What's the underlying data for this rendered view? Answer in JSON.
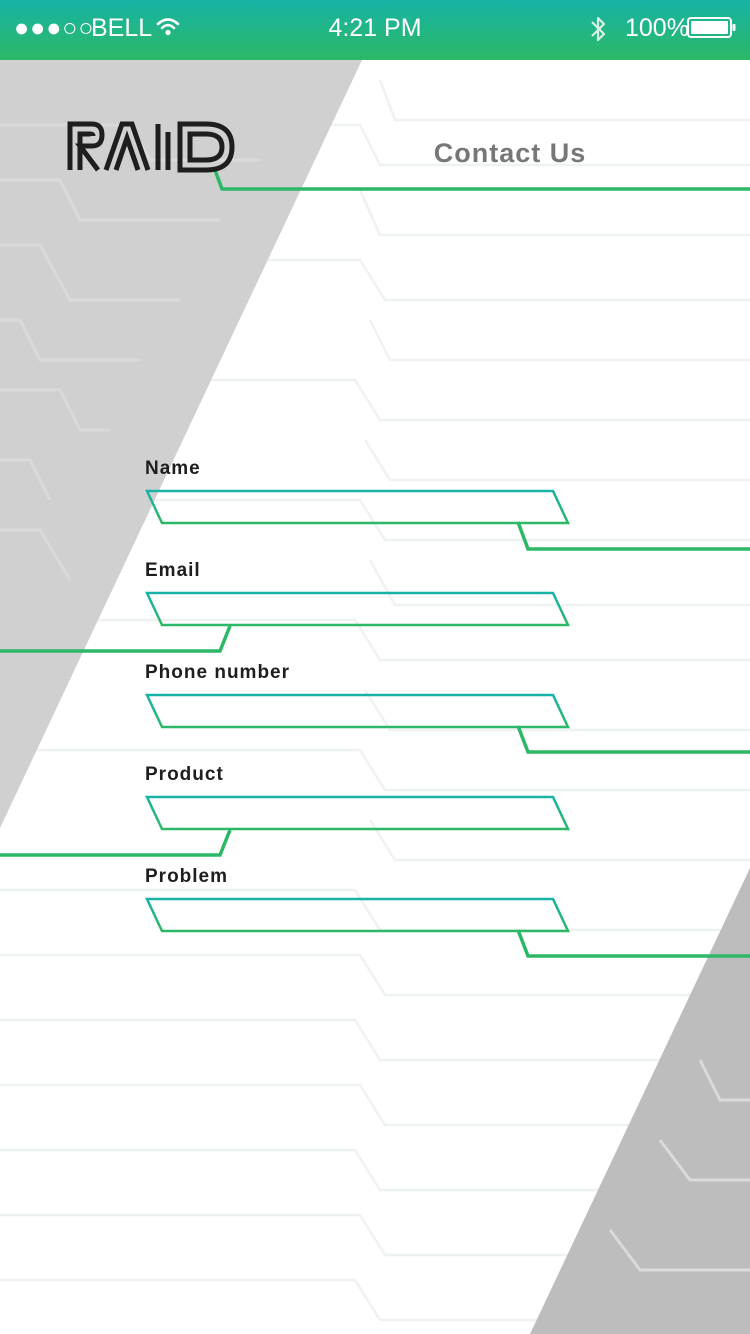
{
  "status_bar": {
    "signal": "●●●○○",
    "carrier": "BELL",
    "time": "4:21 PM",
    "battery_percent": "100%",
    "icons": [
      "wifi-icon",
      "bluetooth-icon",
      "battery-icon"
    ]
  },
  "header": {
    "logo_text": "RAID",
    "title": "Contact Us"
  },
  "form": {
    "fields": [
      {
        "label": "Name",
        "value": "",
        "placeholder": ""
      },
      {
        "label": "Email",
        "value": "",
        "placeholder": ""
      },
      {
        "label": "Phone number",
        "value": "",
        "placeholder": ""
      },
      {
        "label": "Product",
        "value": "",
        "placeholder": ""
      },
      {
        "label": "Problem",
        "value": "",
        "placeholder": ""
      }
    ]
  },
  "colors": {
    "accent_teal": "#17b3a6",
    "accent_green": "#2cb866",
    "panel_gray": "#d0d0d0",
    "title_gray": "#777777"
  }
}
